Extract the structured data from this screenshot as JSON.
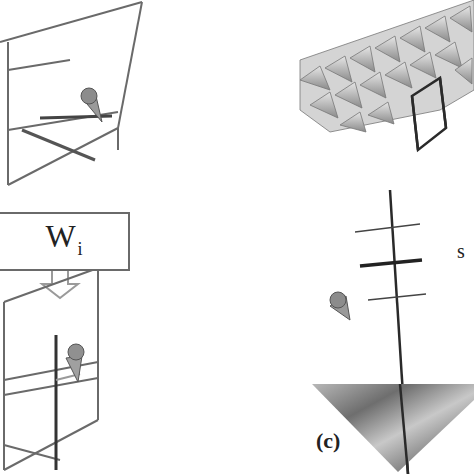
{
  "diagram": {
    "nodes": [
      {
        "text": [
          "W",
          "i"
        ]
      }
    ],
    "labels": [
      "s",
      "(c)"
    ]
  }
}
